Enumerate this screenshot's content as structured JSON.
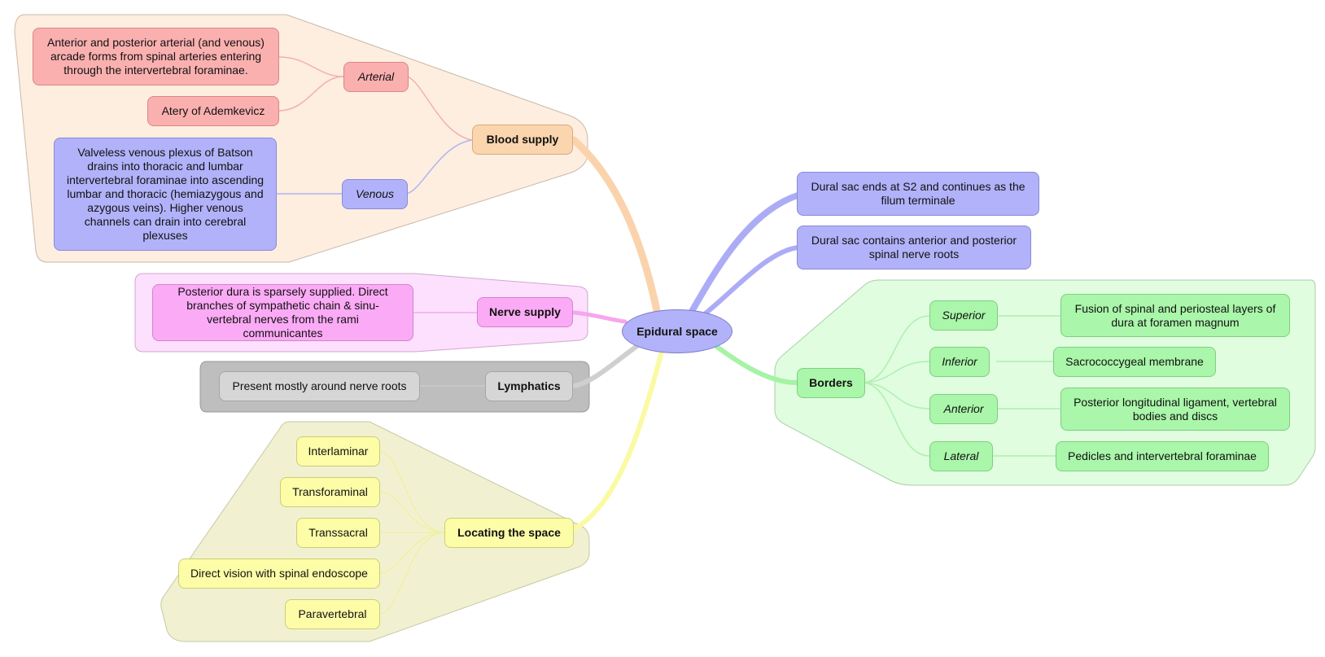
{
  "central": "Epidural space",
  "blood_supply": {
    "label": "Blood supply",
    "arterial": {
      "label": "Arterial",
      "items": [
        "Anterior and posterior arterial (and venous) arcade forms from spinal arteries entering through the intervertebral foraminae.",
        "Atery of Ademkevicz"
      ]
    },
    "venous": {
      "label": "Venous",
      "items": [
        "Valveless venous plexus of Batson drains into thoracic and lumbar intervertebral foraminae into ascending lumbar and thoracic (hemiazygous and azygous veins). Higher venous channels can drain into cerebral plexuses"
      ]
    }
  },
  "nerve_supply": {
    "label": "Nerve supply",
    "detail": "Posterior dura is sparsely supplied. Direct branches of sympathetic chain & sinu-vertebral nerves from the rami communicantes"
  },
  "lymphatics": {
    "label": "Lymphatics",
    "detail": "Present mostly around nerve roots"
  },
  "locating": {
    "label": "Locating the space",
    "items": [
      "Interlaminar",
      "Transforaminal",
      "Transsacral",
      "Direct vision with spinal endoscope",
      "Paravertebral"
    ]
  },
  "dural": [
    "Dural sac ends at S2 and continues as the filum terminale",
    "Dural sac contains anterior and posterior spinal nerve roots"
  ],
  "borders": {
    "label": "Borders",
    "items": [
      {
        "label": "Superior",
        "detail": "Fusion of spinal and periosteal layers of dura at foramen magnum"
      },
      {
        "label": "Inferior",
        "detail": "Sacrococcygeal membrane"
      },
      {
        "label": "Anterior",
        "detail": "Posterior longitudinal ligament, vertebral bodies and discs"
      },
      {
        "label": "Lateral",
        "detail": "Pedicles and intervertebral foraminae"
      }
    ]
  },
  "colors": {
    "blood": "#fbd5ad",
    "arterial": "#fbb0b0",
    "venous": "#b2b2fa",
    "nerve": "#fbaaf5",
    "lymph": "#d6d6d6",
    "locating": "#fdfda8",
    "borders": "#aaf6aa",
    "dural": "#b2b2fa"
  }
}
